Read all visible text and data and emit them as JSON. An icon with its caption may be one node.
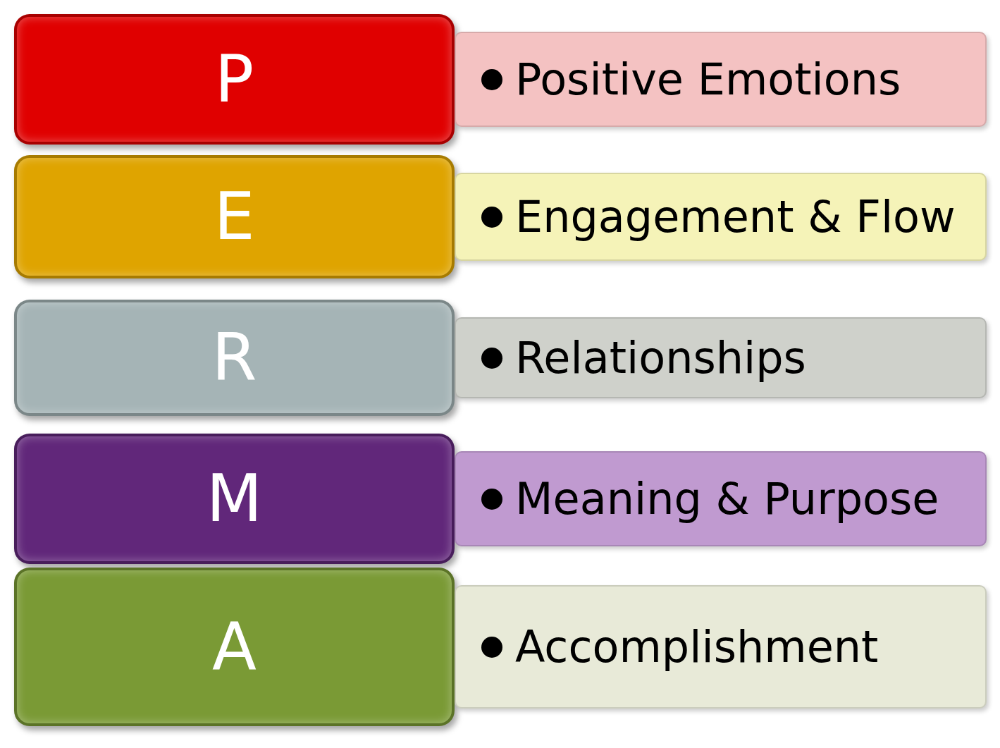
{
  "diagram": {
    "nodes": [
      {
        "text": [
          "P"
        ]
      },
      {
        "text": [
          "Positive Emotions"
        ]
      },
      {
        "text": [
          "E"
        ]
      },
      {
        "text": [
          "Engagement & Flow"
        ]
      },
      {
        "text": [
          "R"
        ]
      },
      {
        "text": [
          "Relationships"
        ]
      },
      {
        "text": [
          "M"
        ]
      },
      {
        "text": [
          "Meaning & Purpose"
        ]
      },
      {
        "text": [
          "A"
        ]
      },
      {
        "text": [
          "Accomplishment"
        ]
      }
    ],
    "edges": []
  }
}
